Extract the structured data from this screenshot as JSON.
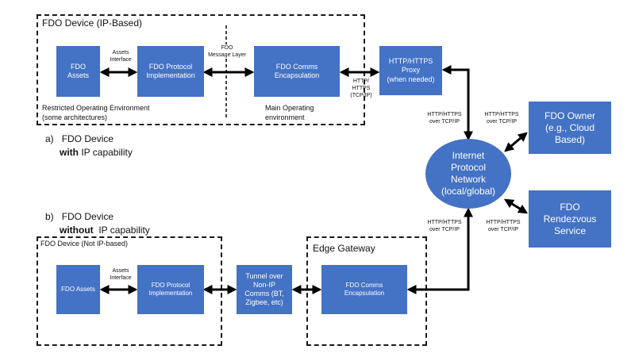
{
  "frames": {
    "ip_device": "FDO Device (IP-Based)",
    "non_ip_device": "FDO Device (Not IP-based)",
    "edge_gateway": "Edge Gateway"
  },
  "boxes": {
    "fdo_assets_a": "FDO Assets",
    "fdo_protocol_a": "FDO Protocol\nImplementation",
    "fdo_comms_a": "FDO Comms\nEncapsulation",
    "proxy": "HTTP/HTTPS\nProxy\n(when needed)",
    "internet": "Internet\nProtocol\nNetwork\n(local/global)",
    "owner": "FDO Owner\n(e.g., Cloud\nBased)",
    "rendezvous": "FDO\nRendezvous\nService",
    "fdo_assets_b": "FDO Assets",
    "fdo_protocol_b": "FDO Protocol\nImplementation",
    "tunnel": "Tunnel over\nNon-IP\nComms (BT,\nZigbee, etc)",
    "fdo_comms_b": "FDO Comms\nEncapsulation"
  },
  "labels": {
    "assets_interface_a": "Assets\nInterface",
    "message_layer": "FDO\nMessage Layer",
    "http_tcpip": "HTTP/\nHTTPS\n(TCP/IP)",
    "proxy_to_net": "HTTP/HTTPS\nover TCP/IP",
    "owner_link": "HTTP/HTTPS\nover TCP/IP",
    "gateway_to_net": "HTTP/HTTPS\nover TCP/IP",
    "rendezvous_link": "HTTP/HTTPS\nover TCP/IP",
    "assets_interface_b": "Assets\nInterface"
  },
  "notes": {
    "restricted_env": "Restricted Operating Environment\n(some architectures)",
    "main_env": "Main Operating\nenvironment"
  },
  "captions": {
    "a_prefix": "a)",
    "a_line1": "FDO Device",
    "a_bold": "with",
    "a_rest": " IP capability",
    "b_prefix": "b)",
    "b_line1": "FDO Device",
    "b_bold": "without",
    "b_rest": "  IP capability"
  },
  "colors": {
    "box_fill": "#4472c4",
    "box_text": "#ffffff",
    "line": "#000000"
  }
}
